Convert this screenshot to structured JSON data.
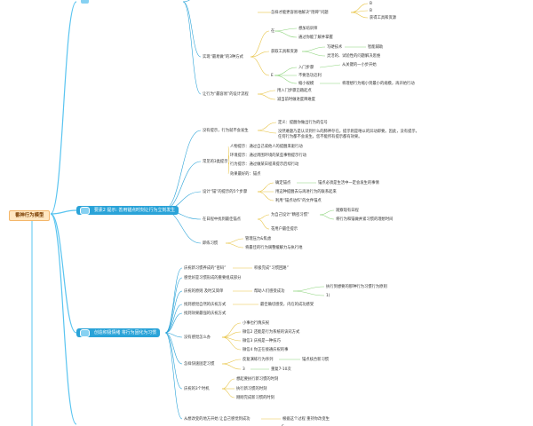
{
  "root": "番神行为模型",
  "sections": [
    {
      "id": "s1",
      "title": "",
      "tail": true
    },
    {
      "id": "s2",
      "title": "要素2 提示: 善用锚点时刻让行为立刻发生"
    },
    {
      "id": "s3",
      "title": "创造积极情绪 将行为固化为习惯"
    }
  ],
  "s1_nodes": {
    "a": "怎样才能更容易地解决“阻碍”问题",
    "a1": "B",
    "a2": "B",
    "a3": "获得工具和资源",
    "b": "实现“最易做”的3种方式",
    "b1": "在",
    "b1a": "想加培训师",
    "b1b": "通过你能了解并掌握",
    "b2": "获取工具和资源",
    "b2a": "写硬技术",
    "b2a1": "智能辅助",
    "b2b": "灵活的、试验性的问题解决思维",
    "b3": "E",
    "b3a": "入门步骤",
    "b3a1": "从关键的一小步开始",
    "b3b": "不要急功近利",
    "b3c": "缩小规模",
    "b3c1": "将理想行为缩小到最小的规模，再开始行动",
    "c": "让行为“最容易”的设计流程",
    "c1": "用入门步骤迈踏起点",
    "c2": "减当前时做进度降难度"
  },
  "s2_nodes": {
    "d": "没有提示，行为就不会发生",
    "d1": "定义：提醒你做出行为的信号",
    "d2": "没然难题乃是认识到什么的肺神存在。提示则是唯以的异动即要。因此，没有提示，",
    "d2b": "任何行为都不会发生。您不能所有提示都有效果。",
    "e": "常见的3类提示",
    "e1": "人物提示：通过自己或他人的提醒来驱行动",
    "e2": "环境提示：通过周围环境的某些事物提示行动",
    "e3": "行为提示：通过做某日程来提示后续行动",
    "e4": "效果最好的：锚点",
    "f": "设计“锚”的提示的5个步骤",
    "f1": "确定锚点",
    "f1a": "锚点必须是生活中一定会发生的事情",
    "f2": "用这种提醒去与再进行为的联系起来",
    "f3": "利用“锚点动作”的文件锚点",
    "g": "在日程中找到最佳锚点",
    "g1": "为自己设计“精密习惯”",
    "g1a": "观察现有日程",
    "g1b": "将行为和锚做并紧习惯的理想时间",
    "g2": "花用户最佳提示",
    "h": "即练习惯",
    "h1": "管理压力&焦虑",
    "h2": "将最佳的行为调整缓解力与执行地"
  },
  "s3_nodes": {
    "i": "庆祝新习惯养成的“密码”",
    "i1": "积极完成“习惯回路”",
    "j": "感觉好是习惯形成的重要组成部分",
    "k": "庆祝的原则 及时又简单",
    "k1": "帮助人们感受成功",
    "k1a": "执行到想要的那种行为习惯行为原则",
    "k1b": "1)",
    "l": "找到感觉自然的庆祝方式",
    "l1": "最佳确切感受，内在的成功感受",
    "m": "找到效果最强的庆祝方式",
    "n": "没有感觉怎么办",
    "n1": "小事也行情庆祝",
    "n2": "微信2 还能是行为系统的诀窍方式",
    "n3": "微信3 庆祝是一种技巧",
    "n4": "微信4 你正在接通庆祝的事",
    "o": "怎样快速固定习惯",
    "o1": "反复演练行为序列",
    "o1a": "锚点核合新习惯",
    "o2": "3",
    "o2a": "重复7-10次",
    "p": "庆祝的3个时机",
    "p1": "想起要执行新习惯的时刻",
    "p2": "执行新习惯的时刻",
    "p3": "刚刚完成新习惯的时刻",
    "q": "从想改变的地方开始 让自己感觉到成功",
    "q1": "根据这个过程 重持你改变生",
    "r": "S"
  }
}
